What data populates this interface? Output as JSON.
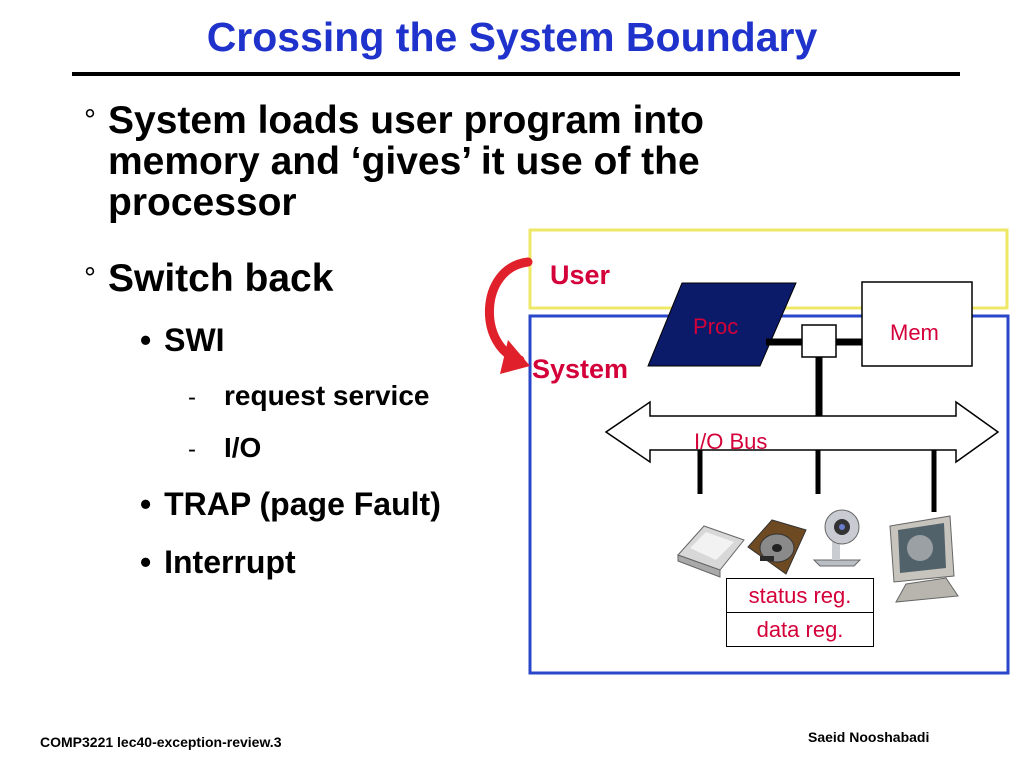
{
  "slide": {
    "title": "Crossing the System Boundary",
    "bullets": [
      {
        "marker": "°",
        "lines": [
          "System loads user program into",
          "memory and ‘gives’ it use of the",
          "processor"
        ]
      },
      {
        "marker": "°",
        "text": "Switch back"
      }
    ],
    "sub_bullets": [
      {
        "marker": "•",
        "text": "SWI"
      },
      {
        "marker": "•",
        "text": "TRAP (page Fault)"
      },
      {
        "marker": "•",
        "text": "Interrupt"
      }
    ],
    "sub_sub_bullets": [
      {
        "marker": "-",
        "text": "request service"
      },
      {
        "marker": "-",
        "text": "I/O"
      }
    ]
  },
  "diagram": {
    "user_label": "User",
    "system_label": "System",
    "proc_label": "Proc",
    "mem_label": "Mem",
    "bus_label": "I/O Bus",
    "registers": [
      "status reg.",
      "data reg."
    ],
    "colors": {
      "user_box": "#eee866",
      "system_box": "#2a47c9",
      "label_red": "#d4003a",
      "proc_fill": "#0c1a6a",
      "arrow_red": "#e0202a"
    },
    "devices": [
      "scanner-icon",
      "hard-drive-icon",
      "webcam-icon",
      "monitor-icon"
    ]
  },
  "footer": {
    "left": "COMP3221  lec40-exception-review.3",
    "right": "Saeid Nooshabadi"
  }
}
